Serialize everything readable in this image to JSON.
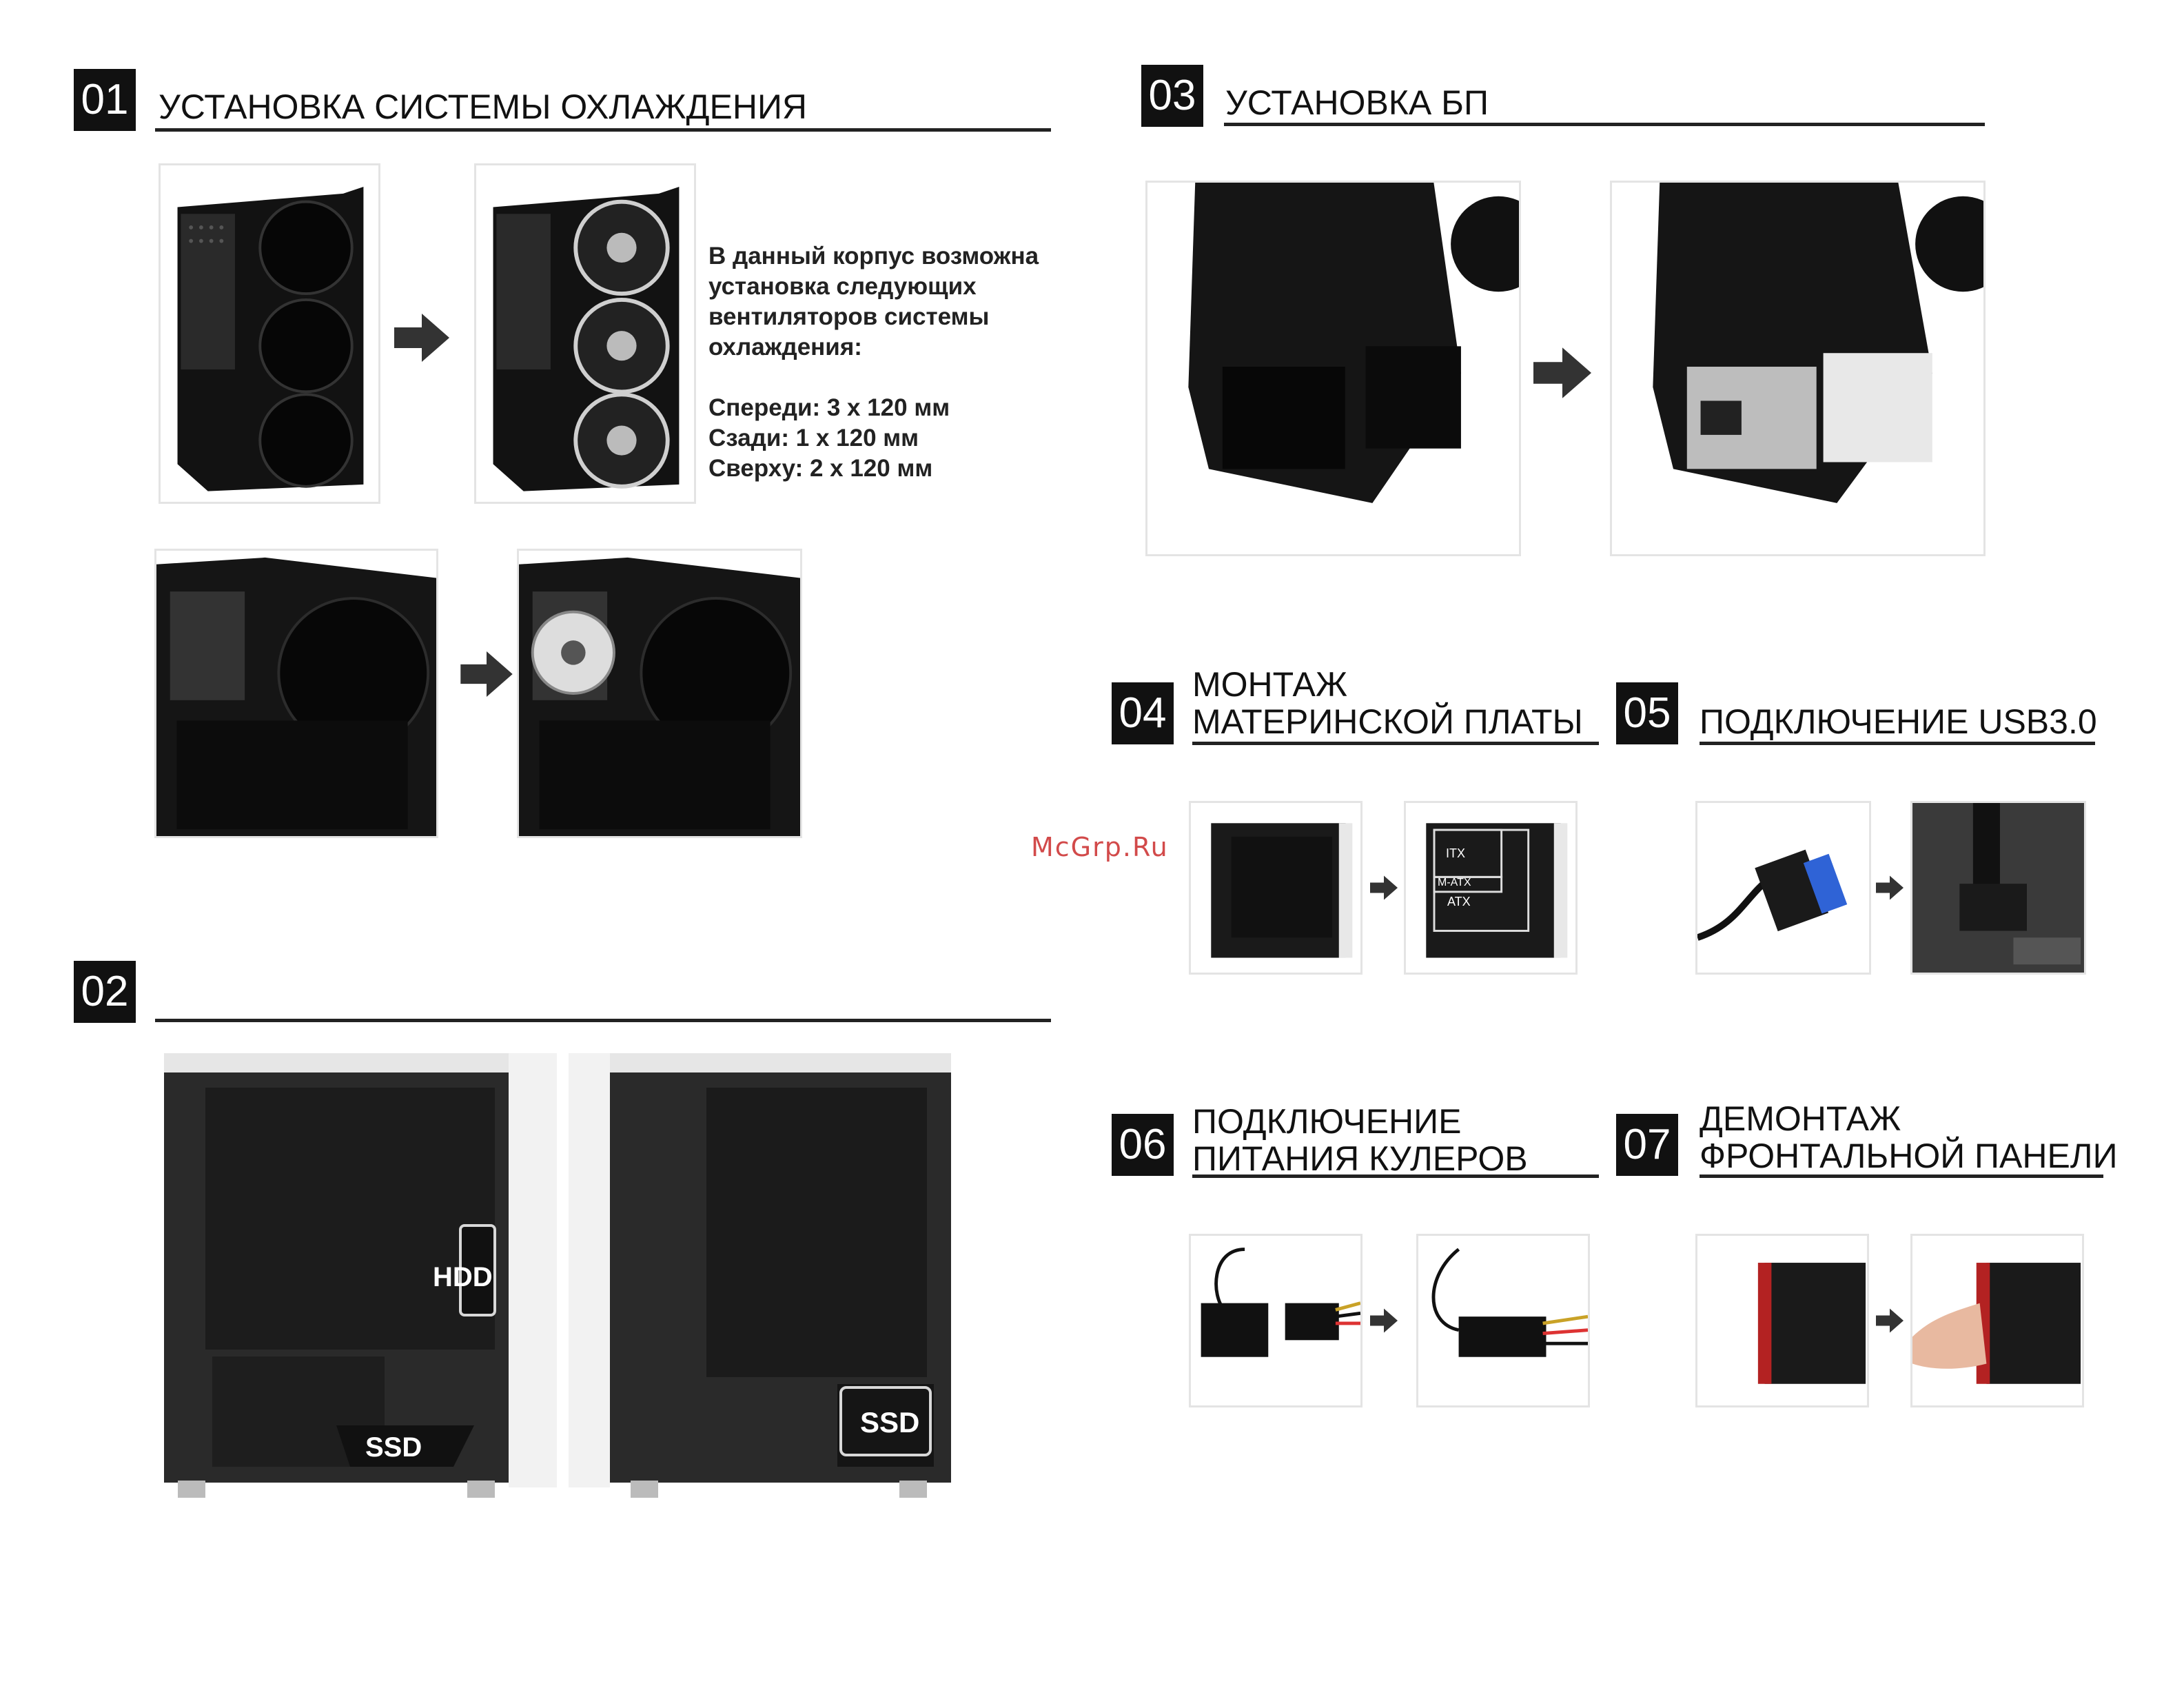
{
  "sections": {
    "s01": {
      "number": "01",
      "title": "УСТАНОВКА СИСТЕМЫ ОХЛАЖДЕНИЯ"
    },
    "s02": {
      "number": "02",
      "title": ""
    },
    "s03": {
      "number": "03",
      "title": "УСТАНОВКА БП"
    },
    "s04": {
      "number": "04",
      "title_line1": "МОНТАЖ",
      "title_line2": "МАТЕРИНСКОЙ ПЛАТЫ"
    },
    "s05": {
      "number": "05",
      "title": "ПОДКЛЮЧЕНИЕ USB3.0"
    },
    "s06": {
      "number": "06",
      "title_line1": "ПОДКЛЮЧЕНИЕ",
      "title_line2": "ПИТАНИЯ КУЛЕРОВ"
    },
    "s07": {
      "number": "07",
      "title_line1": "ДЕМОНТАЖ",
      "title_line2": "ФРОНТАЛЬНОЙ ПАНЕЛИ"
    }
  },
  "cooling_text": {
    "line1": "В данный корпус возможна",
    "line2": "установка следующих",
    "line3": "вентиляторов системы",
    "line4": "охлаждения:",
    "front": "Спереди: 3 x 120 мм",
    "rear": "Сзади: 1 x 120 мм",
    "top": "Сверху: 2 x 120 мм"
  },
  "drive_labels": {
    "hdd": "HDD",
    "ssd_left": "SSD",
    "ssd_right": "SSD"
  },
  "board_labels": {
    "itx": "ITX",
    "matx": "M-ATX",
    "atx": "ATX"
  },
  "watermark": "McGrp.Ru",
  "icons": {
    "arrow": "arrow-right-icon"
  }
}
